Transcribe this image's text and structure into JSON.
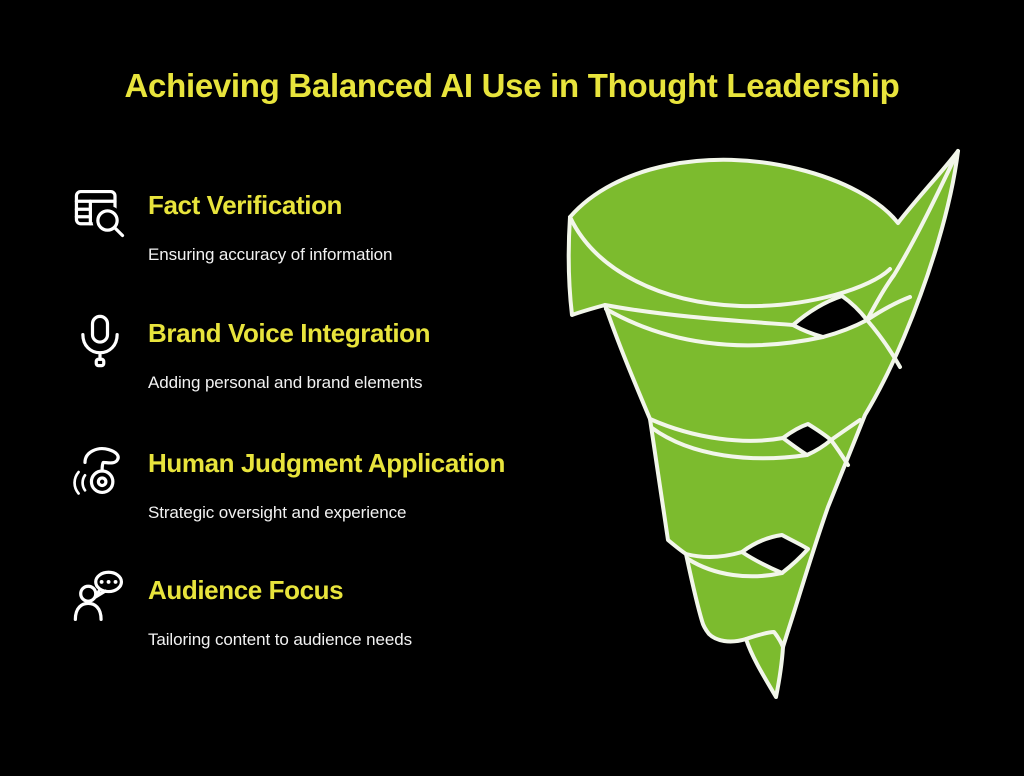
{
  "title": {
    "text": "Achieving Balanced AI Use in Thought Leadership"
  },
  "items": [
    {
      "icon": "table-search-icon",
      "heading": "Fact Verification",
      "description": "Ensuring accuracy of information"
    },
    {
      "icon": "microphone-icon",
      "heading": "Brand Voice Integration",
      "description": "Adding personal and brand elements"
    },
    {
      "icon": "hand-control-icon",
      "heading": "Human Judgment Application",
      "description": "Strategic oversight and experience"
    },
    {
      "icon": "person-speech-icon",
      "heading": "Audience Focus",
      "description": "Tailoring content to audience needs"
    }
  ],
  "funnel": {
    "name": "spiral-funnel-graphic",
    "shape": "spiral ribbon funnel narrowing to a point",
    "turns": 4
  },
  "colors": {
    "background": "#000000",
    "accent": "#e8e43c",
    "text": "#f2f2f2",
    "green": "#7cbb2e",
    "outline": "#f2f6ea"
  }
}
